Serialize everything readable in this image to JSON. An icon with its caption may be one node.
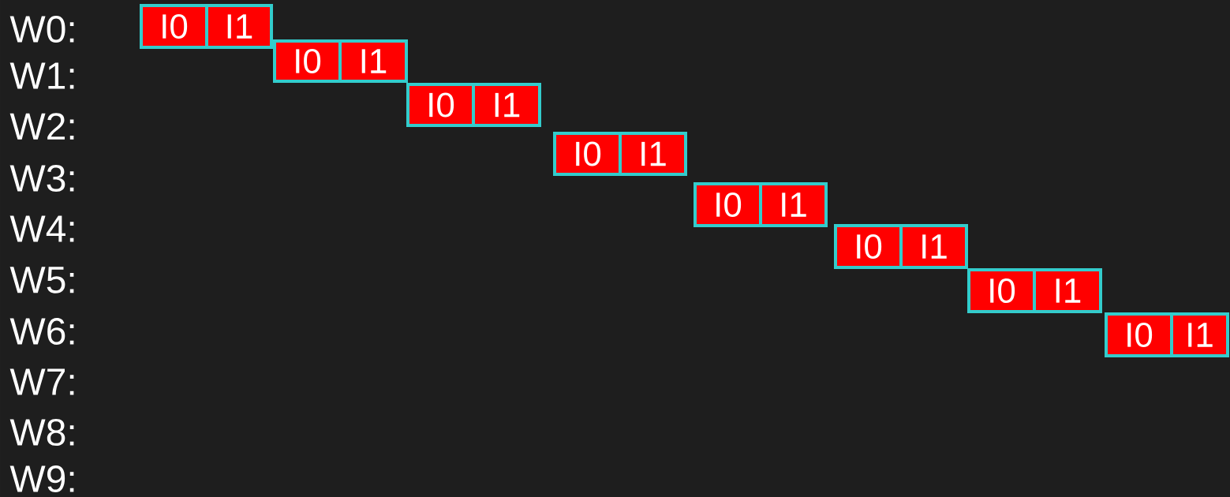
{
  "diagram": {
    "nodes": [
      {
        "text": [
          "I0"
        ]
      },
      {
        "text": [
          "I1"
        ]
      },
      {
        "text": [
          "I0"
        ]
      },
      {
        "text": [
          "I1"
        ]
      },
      {
        "text": [
          "I0"
        ]
      },
      {
        "text": [
          "I1"
        ]
      },
      {
        "text": [
          "I0"
        ]
      },
      {
        "text": [
          "I1"
        ]
      },
      {
        "text": [
          "I0"
        ]
      },
      {
        "text": [
          "I1"
        ]
      },
      {
        "text": [
          "I0"
        ]
      },
      {
        "text": [
          "I1"
        ]
      },
      {
        "text": [
          "I0"
        ]
      },
      {
        "text": [
          "I1"
        ]
      },
      {
        "text": [
          "I0"
        ]
      },
      {
        "text": [
          "I1"
        ]
      }
    ],
    "labels": [
      "W0:",
      "W1:",
      "W2:",
      "W3:",
      "W4:",
      "W5:",
      "W6:",
      "W7:",
      "W8:",
      "W9:"
    ]
  }
}
